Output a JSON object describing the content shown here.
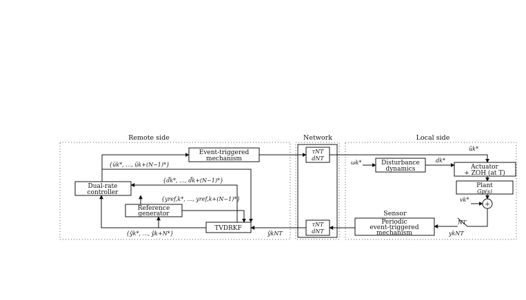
{
  "sections": {
    "remote": "Remote side",
    "network": "Network",
    "local": "Local side",
    "sensor": "Sensor"
  },
  "blocks": {
    "event_triggered": [
      "Event-triggered",
      "mechanism"
    ],
    "dual_rate": [
      "Dual-rate",
      "controller"
    ],
    "reference": [
      "Reference",
      "generator"
    ],
    "tvdrkf": "TVDRKF",
    "disturbance": [
      "Disturbance",
      "dynamics"
    ],
    "actuator": [
      "Actuator",
      "+ ZOH (at T)"
    ],
    "plant": [
      "Plant",
      "Gp(s)"
    ],
    "periodic": [
      "Periodic",
      "event-triggered",
      "mechanism"
    ],
    "summer": "+"
  },
  "signals": {
    "u_set": "{ūk*, …, ūk+(N−1)*}",
    "d_hat_set": "{d̂k*, …, d̂k+(N−1)*}",
    "y_ref_set": "{yref,k*, …, yref,k+(N−1)*}",
    "y_hat_set": "{ŷk*, …, ŷk+N*}",
    "y_hat_out": "ŷkNT",
    "net_top": [
      "τNT",
      "dNT"
    ],
    "net_bottom": [
      "τNT",
      "dNT"
    ],
    "u_local": "ūk*",
    "omega": "ωk*",
    "d_local": "dk*",
    "v_local": "vk*",
    "nt": "NT",
    "y_sensor": "ykNT"
  }
}
